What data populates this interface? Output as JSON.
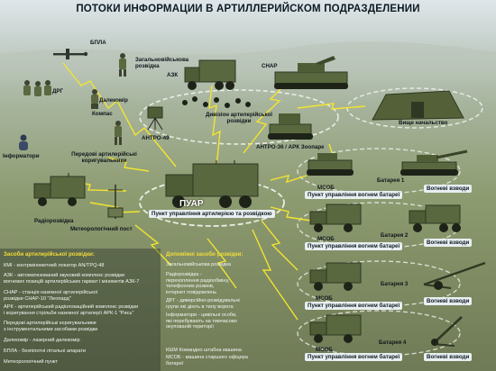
{
  "title": "ПОТОКИ ИНФОРМАЦИИ В АРТИЛЛЕРИЙСКОМ ПОДРАЗДЕЛЕНИИ",
  "labels": {
    "bpla": "БПЛА",
    "recon": "Загальновійськова розвідка",
    "snar": "СНАР",
    "azk": "АЗК",
    "drg": "ДРГ",
    "dalnomir": "Далекомір",
    "kompas": "Компас",
    "div_recon": "Дивізіон артилерійської розвідки",
    "antpro49": "АНТРО-49",
    "hq": "Вище начальство",
    "informatory": "Інформатори",
    "fwd_obs": "Передові артилерійські коригувальники",
    "antpro36": "АНТРО-36 / АРК Зоопарк",
    "radio_recon": "Радіорозвідка",
    "meteo": "Метеорологічний пост",
    "puar_title": "ПУАР",
    "puar_sub": "Пункт управління артилерією та розвідкою",
    "msob": "МСОБ",
    "battery_cp": "Пункт управління вогнем батареї",
    "fire_platoons": "Вогневі взводи",
    "bat1": "Батарея 1",
    "bat2": "Батарея 2",
    "bat3": "Батарея 3",
    "bat4": "Батарея 4"
  },
  "legend_left": {
    "heading": "Засоби артилерійської розвідки:",
    "items": [
      "КМІ - контрмінометний локатор AN/TPQ-48",
      "АЗК - автоматизований звуковий комплекс розвідки\nвогневих позицій артилерійських гармат і мінометів АЗК-7",
      "СНАР - станція наземної артилерійської\nрозвідки СНАР-10 \"Леопард\"",
      "АРК - артилерійський радіолокаційний комплекс розвідки\nі коригування стрільби наземної артилерії АРК-1 \"Рись\"",
      "Передові артилерійські коригувальники\nз інструментальними засобами розвідки",
      "Далекомір - лазерний далекомір",
      "БПЛА - безпілотні літальні апарати",
      "Метеорологічний пункт"
    ]
  },
  "legend_right": {
    "heading": "Допоміжні засоби розвідки:",
    "items": [
      "Загальновійськова розвідка",
      "Радіорозвідка -\nперехоплення радіообміну,\nтелефонних розмов,\nінтернет повідомлень",
      "ДРГ - диверсійно-розвідувальні\nгрупи які діють в тилу ворога",
      "Інформатори - цивільні особи,\nякі перебувають на тимчасово\nокупованій території"
    ],
    "footer": [
      "КШМ Командно штабна машина",
      "МСОБ - машина старшого офіцера батареї"
    ]
  },
  "colors": {
    "flow_yellow": "#f3e430",
    "flow_white": "#f4f6f2",
    "vehicle_green": "#4f5d36",
    "vehicle_dark": "#2f3822",
    "title_text": "#0d1a24"
  }
}
